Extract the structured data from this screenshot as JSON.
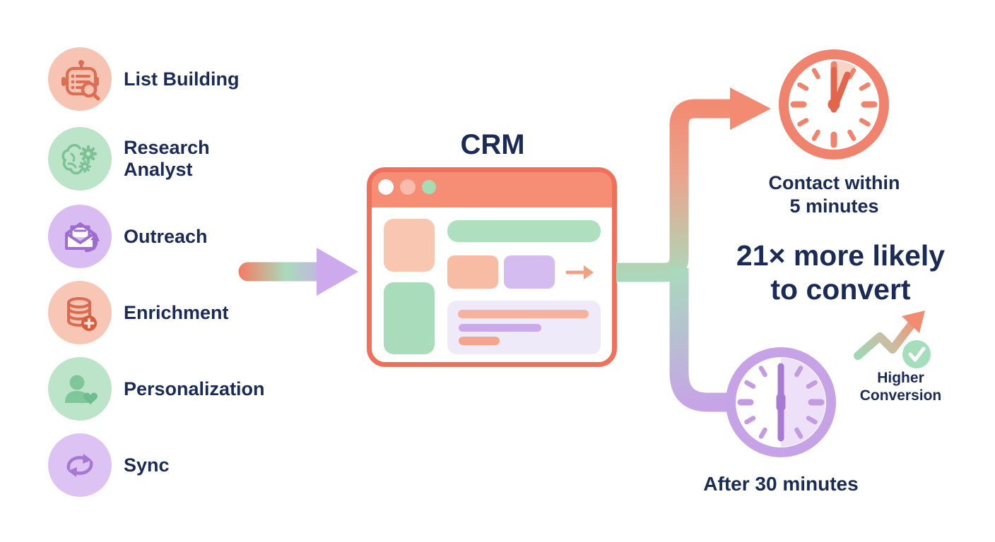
{
  "title": "CRM speed-to-lead infographic",
  "colors": {
    "navy_text": "#1B2B58",
    "salmon": "#F1705A",
    "salmon_header": "#F68D75",
    "salmon_light": "#F8C3B2",
    "green": "#A9DCBB",
    "purple": "#C7A5E6",
    "purple_light": "#DDC3F4",
    "lavender_panel": "#EFEAF9"
  },
  "pipeline": {
    "steps": [
      {
        "label": "List Building",
        "icon": "robot-list-search-icon",
        "circle_color": "#F7C3B2"
      },
      {
        "label": "Research Analyst",
        "icon": "brain-gears-icon",
        "circle_color": "#BBE4C8"
      },
      {
        "label": "Outreach",
        "icon": "email-send-icon",
        "circle_color": "#D9BDF2"
      },
      {
        "label": "Enrichment",
        "icon": "database-add-icon",
        "circle_color": "#F8C6B5"
      },
      {
        "label": "Personalization",
        "icon": "person-heart-icon",
        "circle_color": "#BBE4C8"
      },
      {
        "label": "Sync",
        "icon": "sync-arrows-icon",
        "circle_color": "#DDC3F4"
      }
    ]
  },
  "crm": {
    "title": "CRM",
    "window_dot_colors": [
      "#FFFFFF",
      "#F8BCAD",
      "#A5DBB5"
    ]
  },
  "fast_outcome": {
    "icon": "clock-5min-icon",
    "line1": "Contact within",
    "line2": "5 minutes"
  },
  "stat": {
    "line1": "21× more likely",
    "line2": "to convert"
  },
  "slow_outcome": {
    "icon": "clock-30min-icon",
    "label": "After 30 minutes"
  },
  "conversion": {
    "icon": "trend-up-check-icon",
    "line1": "Higher",
    "line2": "Conversion"
  }
}
